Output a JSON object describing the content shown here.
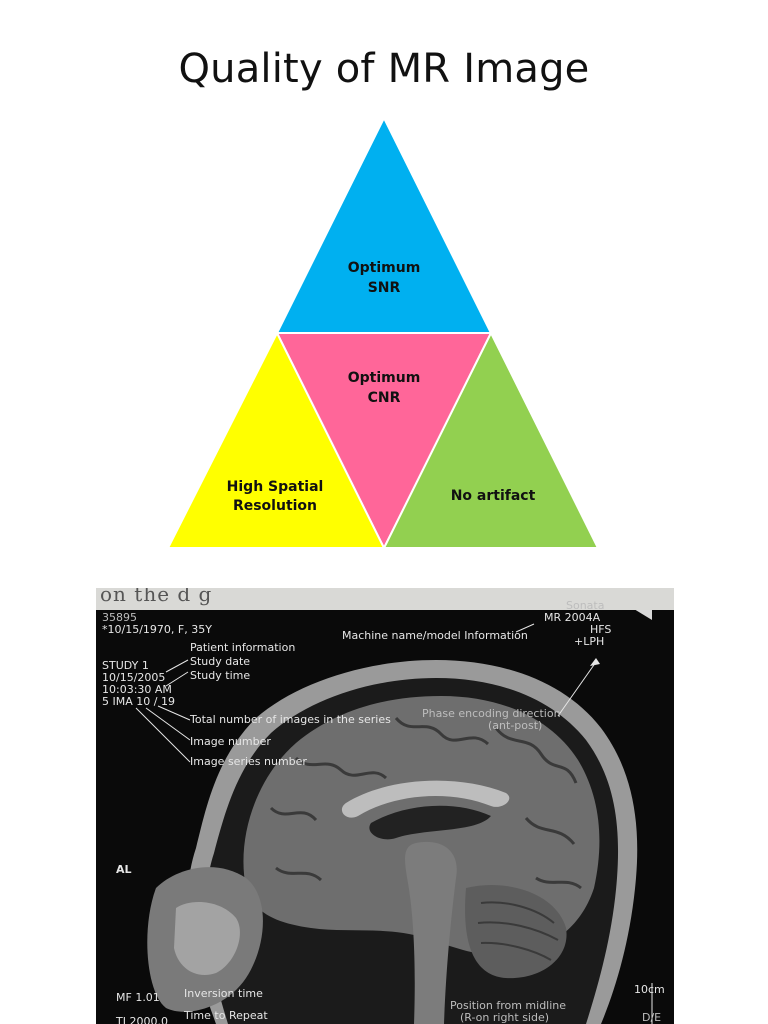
{
  "title": "Quality of MR Image",
  "diagram": {
    "colors": {
      "top": "#00B0F0",
      "center": "#FF6699",
      "left": "#FFFF00",
      "right": "#92D050"
    },
    "labels": {
      "top_line1": "Optimum",
      "top_line2": "SNR",
      "center_line1": "Optimum",
      "center_line2": "CNR",
      "left_line1": "High Spatial",
      "left_line2": "Resolution",
      "right": "No artifact"
    }
  },
  "photo": {
    "paper_fragment": "on the d   g",
    "annotations": {
      "id_fragment": "35895",
      "dob": "*10/15/1970, F, 35Y",
      "patient_information": "Patient information",
      "study": "STUDY 1",
      "study_date_value": "10/15/2005",
      "study_date": "Study date",
      "study_time_value": "10:03:30 AM",
      "study_time": "Study time",
      "ima": "5 IMA 10 / 19",
      "total_images": "Total number of images in the series",
      "image_number": "Image number",
      "image_series_number": "Image series number",
      "machine_name": "Machine name/model Information",
      "scanner_name": "Sonata",
      "model": "MR 2004A",
      "hfs": "HFS",
      "lph": "+LPH",
      "phase_encoding": "Phase encoding direction",
      "ant_post": "(ant-post)",
      "al": "AL",
      "mf": "MF 1.01",
      "inversion_time": "Inversion time",
      "tr": "TI 2000.0",
      "time_to_repeat": "Time to Repeat",
      "scale": "10cm",
      "position_midline": "Position from midline",
      "right_side": "(R-on right side)",
      "orientation": "D/E"
    }
  }
}
